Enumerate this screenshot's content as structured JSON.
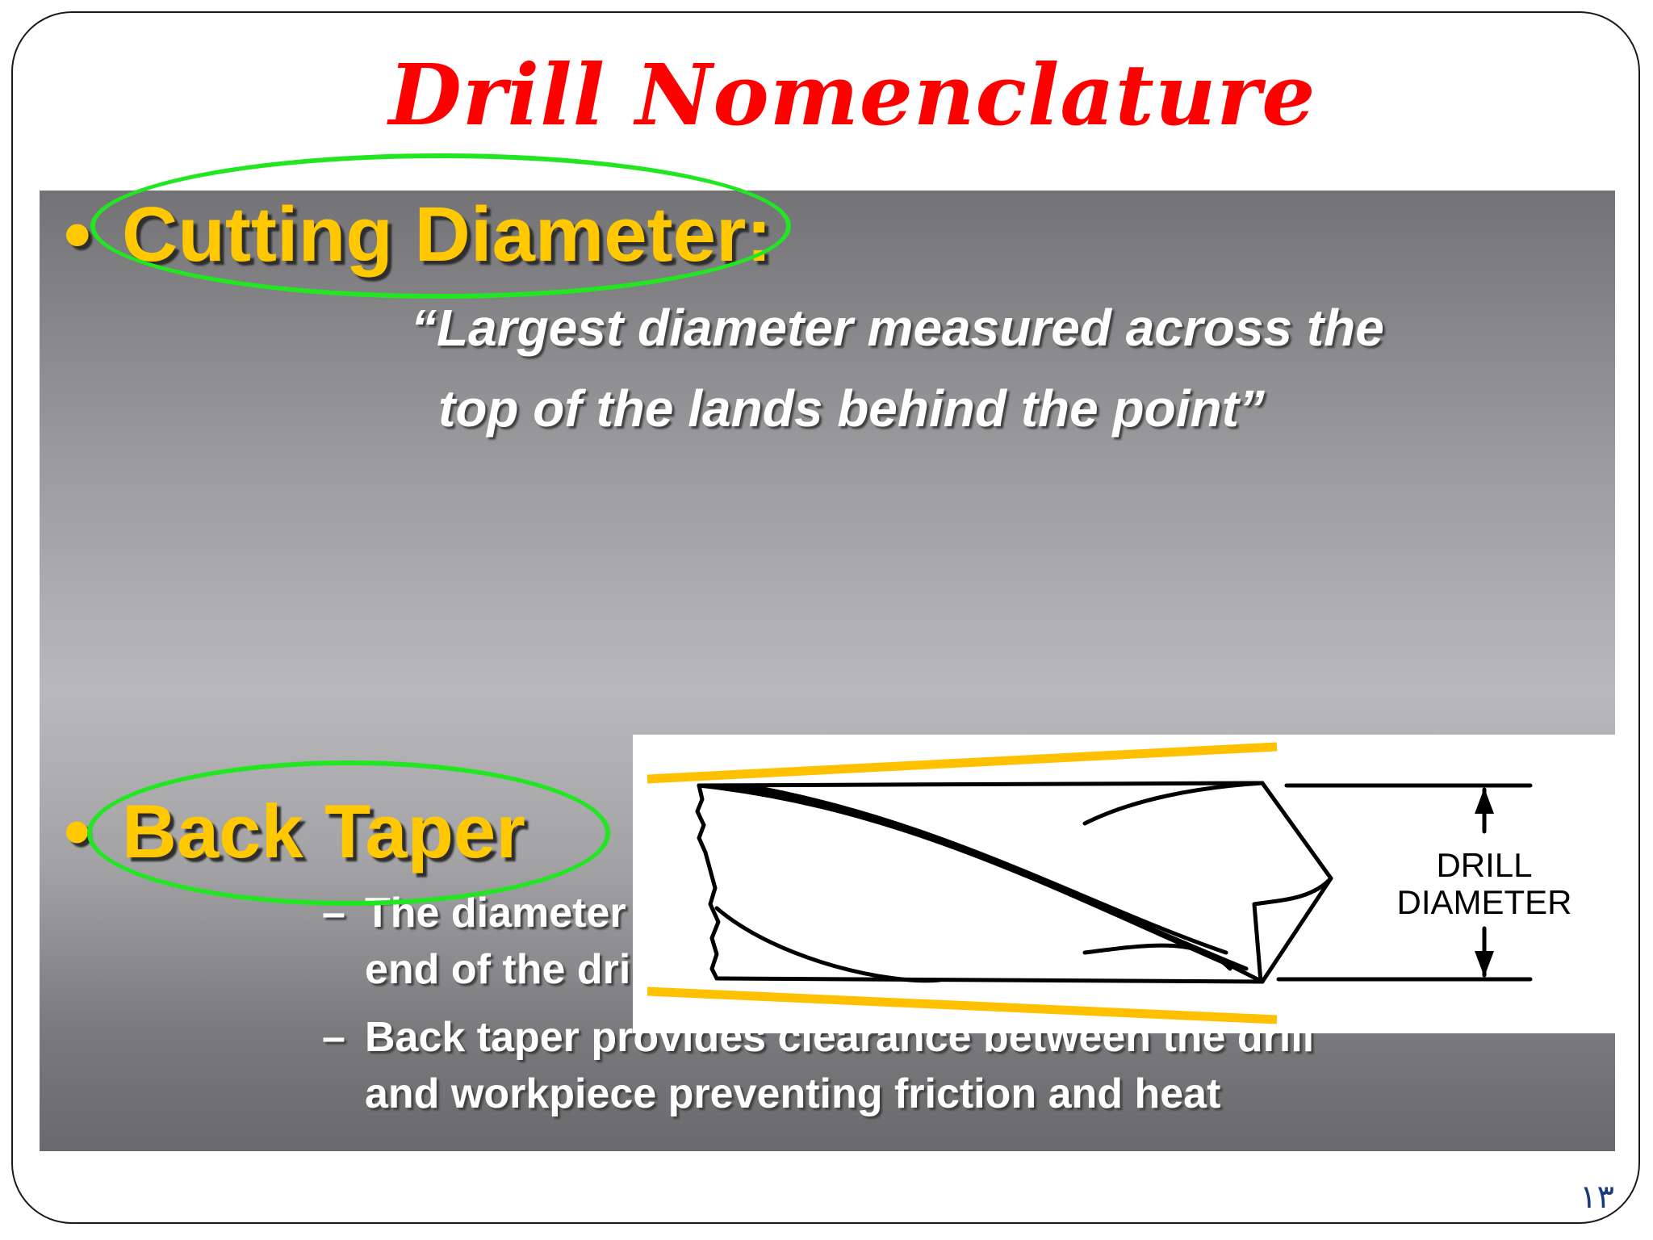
{
  "slide": {
    "title": "Drill Nomenclature",
    "page_number": "١٣"
  },
  "colors": {
    "title": "#ff0000",
    "bullet": "#ffc800",
    "highlight_ellipse": "#22e622",
    "taper_line": "#ffc000"
  },
  "bullets": [
    {
      "marker": "•",
      "heading": "Cutting Diameter:",
      "definition_line1": "“Largest diameter measured across the",
      "definition_line2": "top of the lands behind the point”"
    },
    {
      "marker": "•",
      "heading": "Back Taper",
      "subpoints": [
        {
          "dash": "–",
          "line1": "The diameter reduces slightly toward the shank",
          "line2": "end of the drill,  this is  known as “back taper”"
        },
        {
          "dash": "–",
          "line1": "Back taper provides clearance between the drill",
          "line2": "and workpiece preventing friction and heat"
        }
      ]
    }
  ],
  "diagram": {
    "label_line1": "DRILL",
    "label_line2": "DIAMETER"
  }
}
